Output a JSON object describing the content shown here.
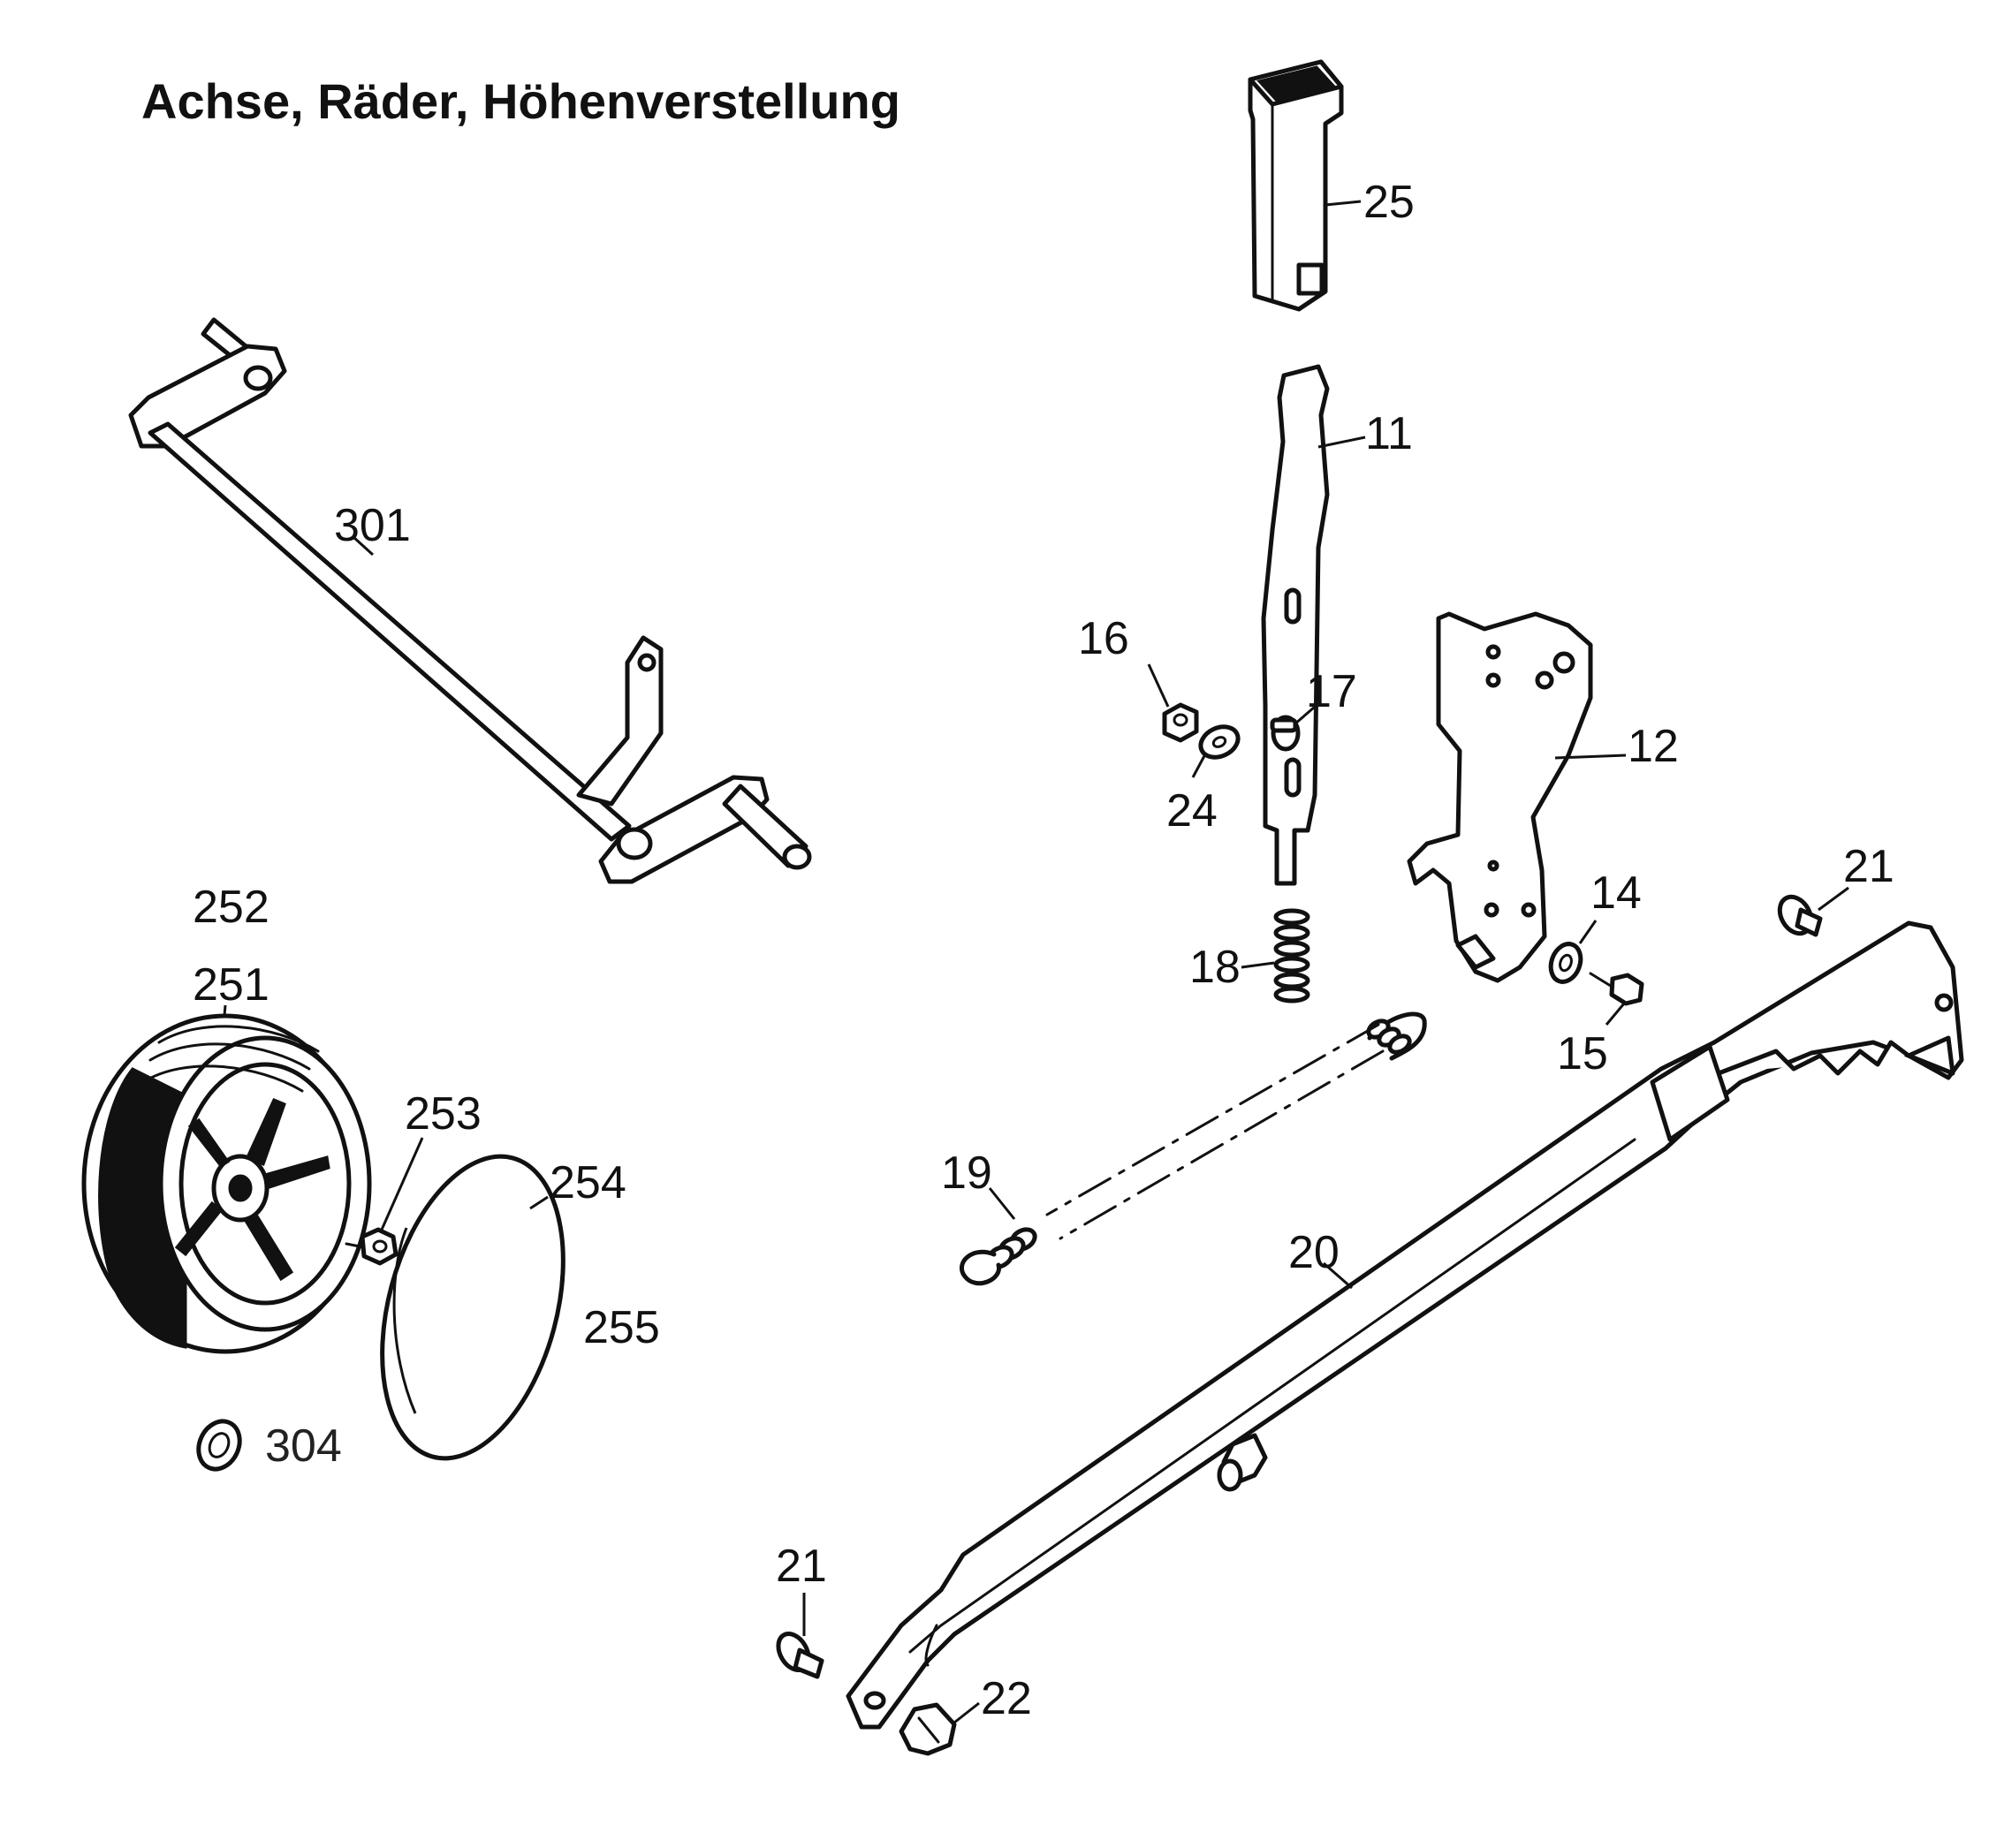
{
  "title": "Achse, Räder, Höhenverstellung",
  "labels": {
    "p25": "25",
    "p11": "11",
    "p301": "301",
    "p16": "16",
    "p17": "17",
    "p24": "24",
    "p12": "12",
    "p252": "252",
    "p251": "251",
    "p21a": "21",
    "p14": "14",
    "p18": "18",
    "p15": "15",
    "p253": "253",
    "p254": "254",
    "p19": "19",
    "p20": "20",
    "p255": "255",
    "p304": "304",
    "p21b": "21",
    "p22": "22"
  }
}
